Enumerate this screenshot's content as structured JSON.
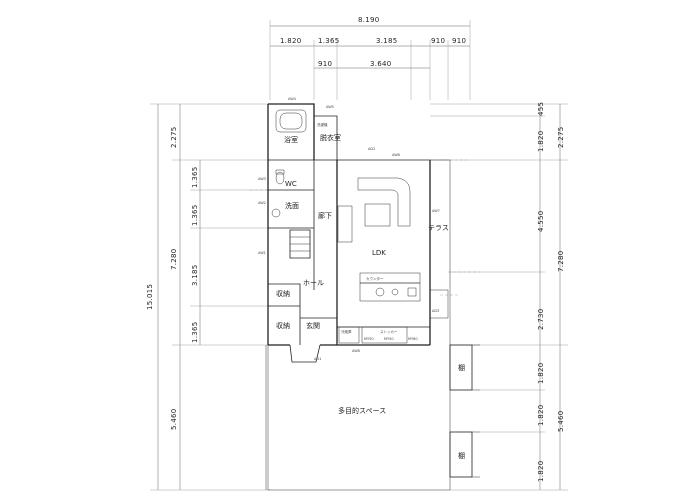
{
  "top_dims": {
    "overall": "8.190",
    "row1": [
      "1.820",
      "1.365",
      "3.185",
      "910",
      "910"
    ],
    "row2": [
      "910",
      "3.640"
    ]
  },
  "left_dims": {
    "overall": "15.015",
    "col1": [
      "2.275",
      "7.280",
      "5.460"
    ],
    "col2": [
      "1.365",
      "1.365",
      "3.185",
      "1.365"
    ]
  },
  "right_dims": {
    "inner": [
      "455",
      "1.820",
      "4.550",
      "2.730",
      "1.820",
      "1.820",
      "1.820"
    ],
    "outer": [
      "2.275",
      "7.280",
      "5.460"
    ]
  },
  "rooms": {
    "bath": "浴室",
    "laundry": "洗濯機",
    "dressing": "脱衣室",
    "wc": "WC",
    "wash": "洗面",
    "corridor": "廊下",
    "ldk": "LDK",
    "terrace": "テラス",
    "hall": "ホール",
    "storage1": "収納",
    "storage2": "収納",
    "entrance": "玄関",
    "counter": "カウンター",
    "fridge": "冷蔵庫",
    "stocker": "ストッカー",
    "multipurpose": "多目的スペース",
    "shelf1": "棚",
    "shelf2": "棚"
  },
  "tags": [
    "AW4",
    "AW5",
    "AD2",
    "AW6",
    "AW3",
    "AW2",
    "AW1",
    "AW7",
    "AD3",
    "AD1",
    "AW8",
    "MY50",
    "MY50",
    "MY60"
  ]
}
